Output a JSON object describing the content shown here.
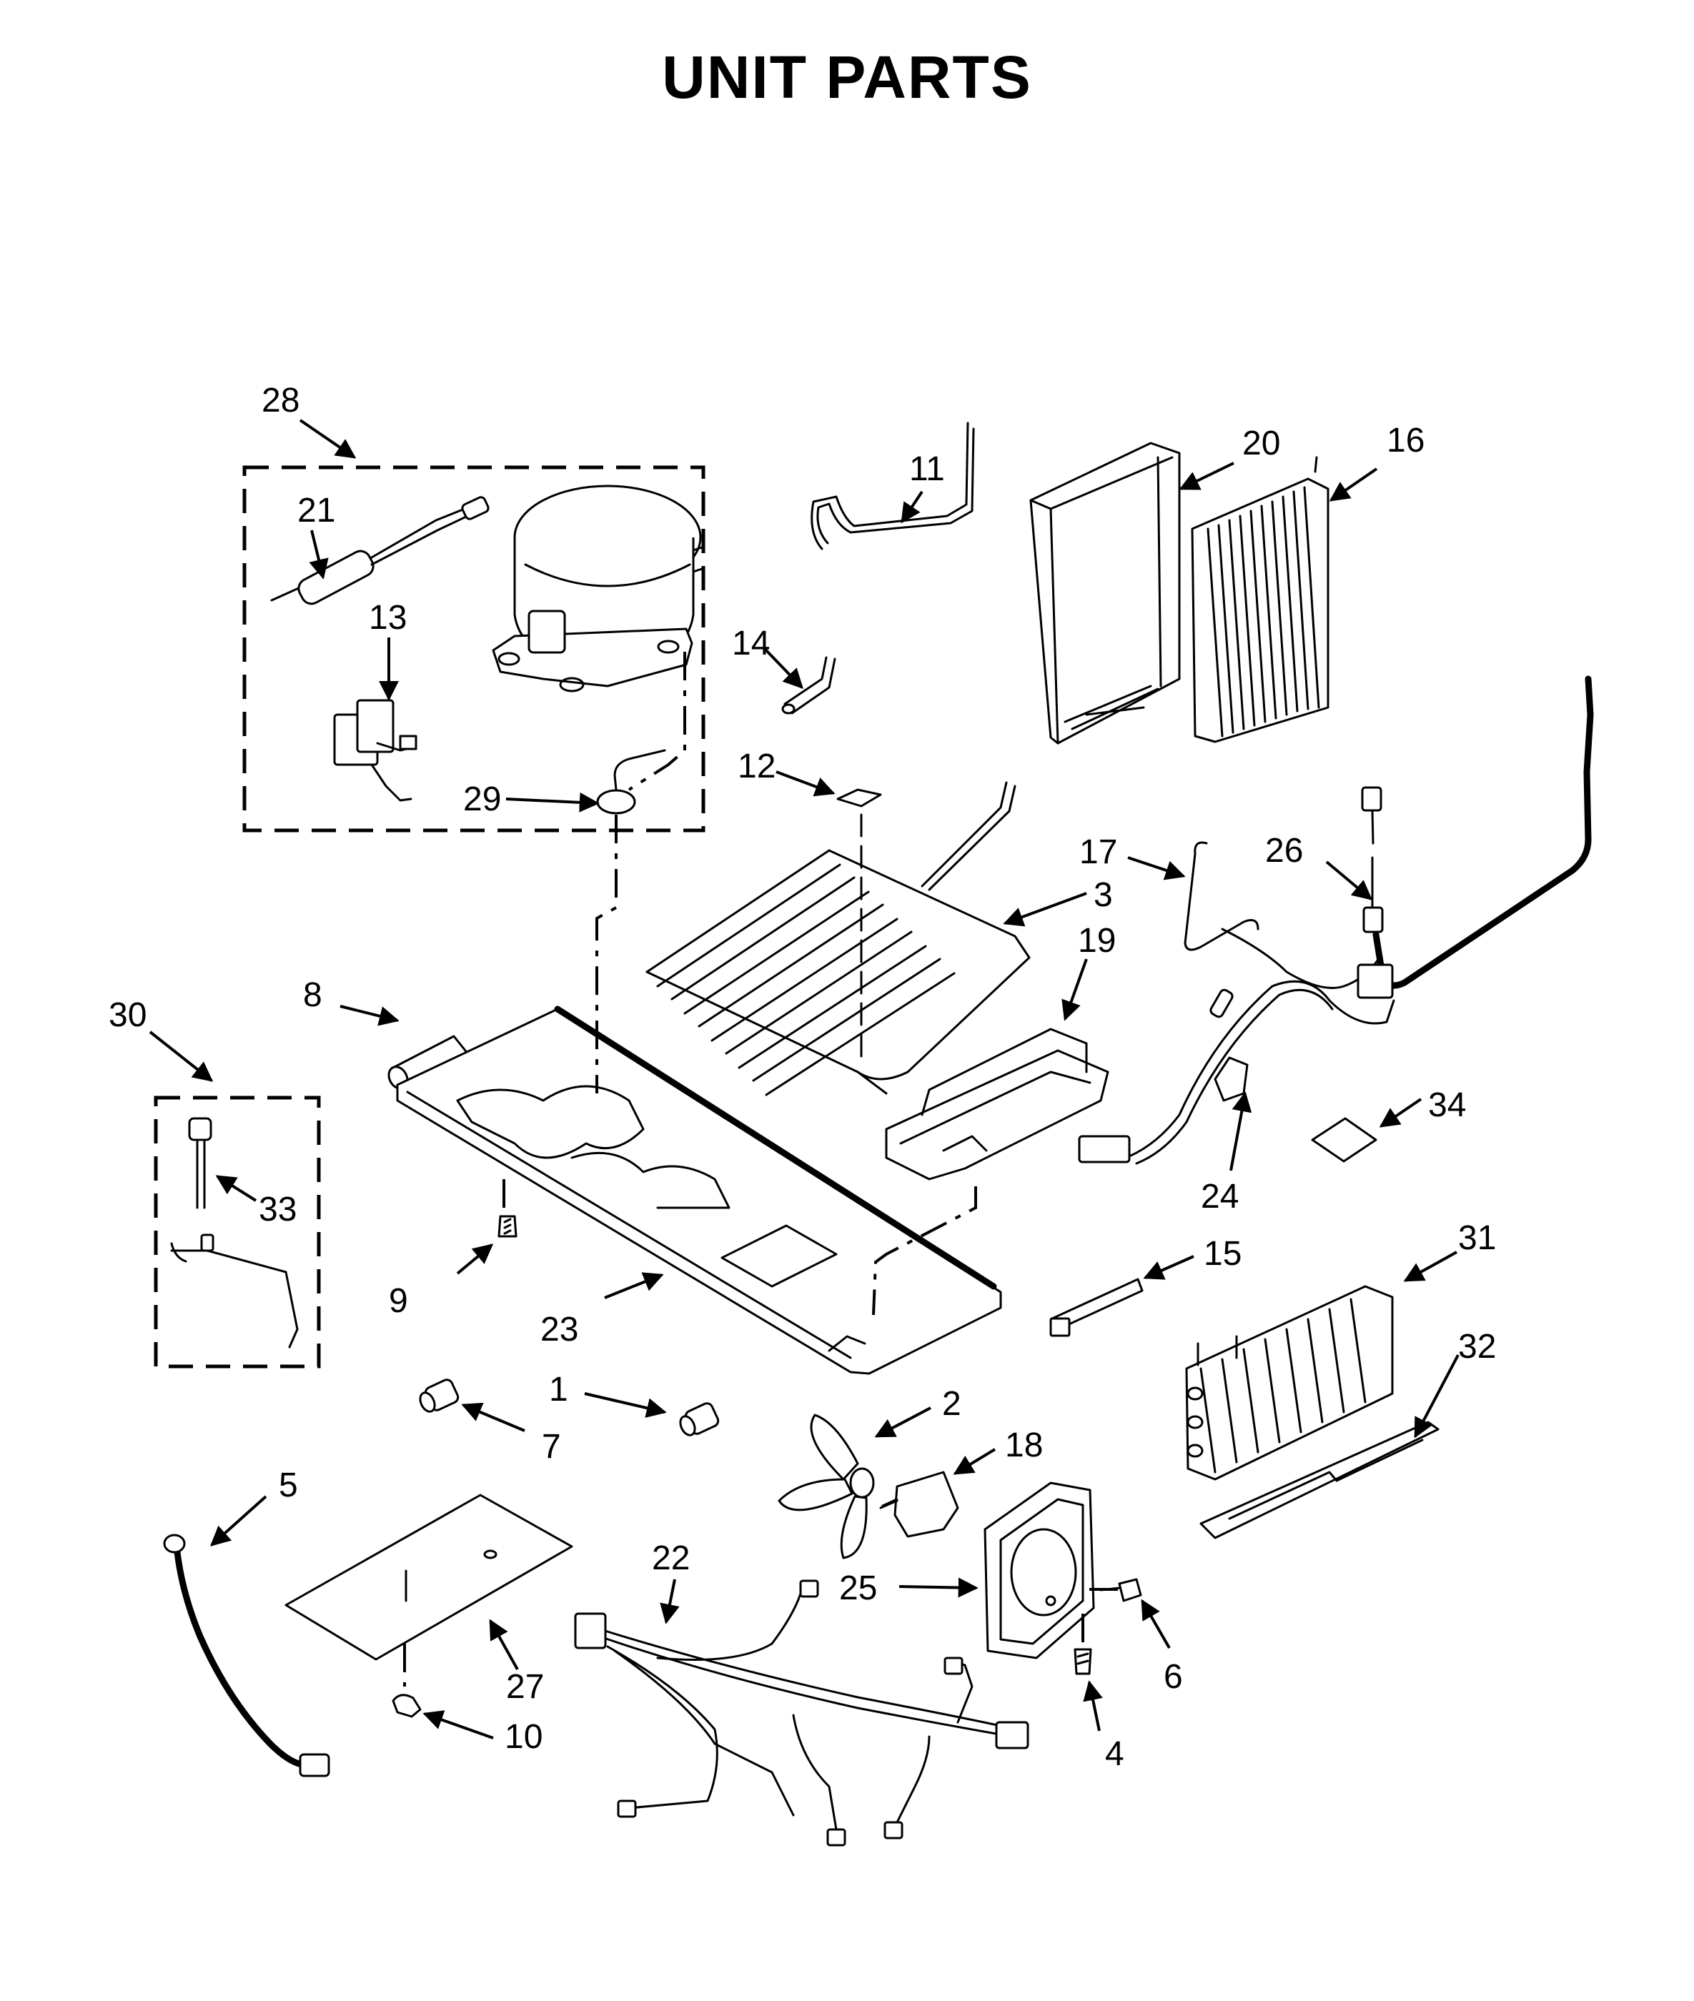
{
  "title": "UNIT PARTS",
  "callouts": [
    {
      "num": "1",
      "part": "part-1"
    },
    {
      "num": "2",
      "part": "part-2"
    },
    {
      "num": "3",
      "part": "part-3"
    },
    {
      "num": "4",
      "part": "part-4"
    },
    {
      "num": "5",
      "part": "part-5"
    },
    {
      "num": "6",
      "part": "part-6"
    },
    {
      "num": "7",
      "part": "part-7"
    },
    {
      "num": "8",
      "part": "part-8"
    },
    {
      "num": "9",
      "part": "part-9"
    },
    {
      "num": "10",
      "part": "part-10"
    },
    {
      "num": "11",
      "part": "part-11"
    },
    {
      "num": "12",
      "part": "part-12"
    },
    {
      "num": "13",
      "part": "part-13"
    },
    {
      "num": "14",
      "part": "part-14"
    },
    {
      "num": "15",
      "part": "part-15"
    },
    {
      "num": "16",
      "part": "part-16"
    },
    {
      "num": "17",
      "part": "part-17"
    },
    {
      "num": "18",
      "part": "part-18"
    },
    {
      "num": "19",
      "part": "part-19"
    },
    {
      "num": "20",
      "part": "part-20"
    },
    {
      "num": "21",
      "part": "part-21"
    },
    {
      "num": "22",
      "part": "part-22"
    },
    {
      "num": "23",
      "part": "part-23"
    },
    {
      "num": "24",
      "part": "part-24"
    },
    {
      "num": "25",
      "part": "part-25"
    },
    {
      "num": "26",
      "part": "part-26"
    },
    {
      "num": "27",
      "part": "part-27"
    },
    {
      "num": "28",
      "part": "part-28"
    },
    {
      "num": "29",
      "part": "part-29"
    },
    {
      "num": "30",
      "part": "part-30"
    },
    {
      "num": "31",
      "part": "part-31"
    },
    {
      "num": "32",
      "part": "part-32"
    },
    {
      "num": "33",
      "part": "part-33"
    },
    {
      "num": "34",
      "part": "part-34"
    }
  ]
}
